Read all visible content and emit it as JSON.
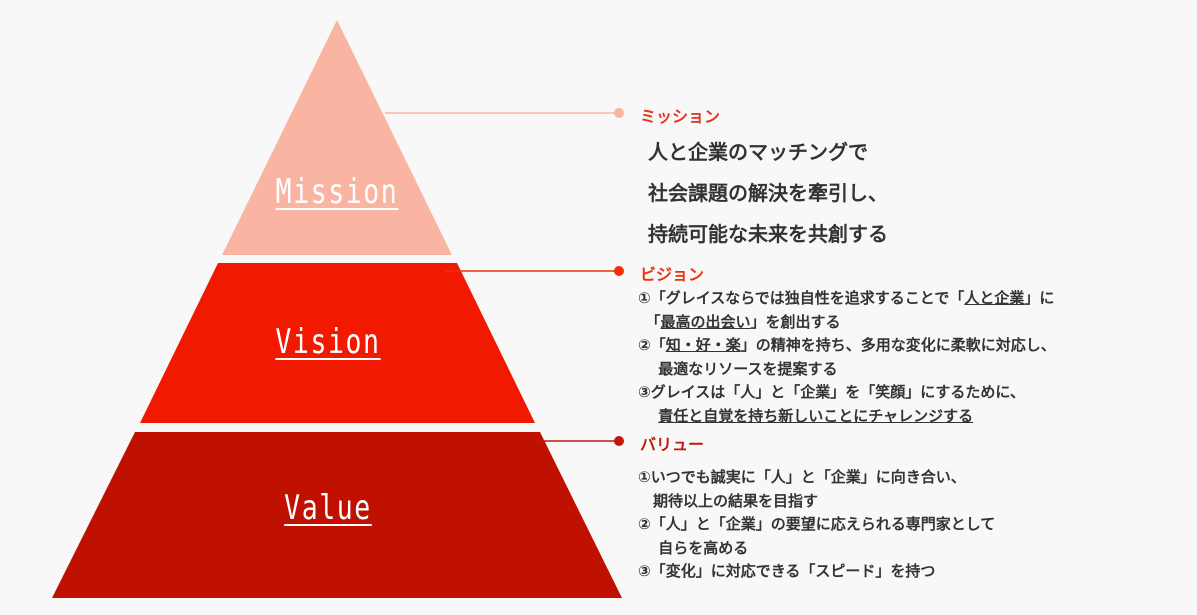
{
  "colors": {
    "mission": "#f9b5a2",
    "vision": "#f11a00",
    "value": "#bf1000",
    "mission_heading": "#e8321a",
    "vision_heading": "#f0300a",
    "value_heading": "#c0180c",
    "connector_mission": "#f9b5a2"
  },
  "tiers": {
    "mission": "Mission",
    "vision": "Vision",
    "value": "Value"
  },
  "mission": {
    "heading": "ミッション",
    "lines": [
      [
        {
          "t": "人と企業のマッチングで"
        }
      ],
      [
        {
          "t": "社会課題の解決を牽引し、"
        }
      ],
      [
        {
          "t": "持続可能な未来を共創する"
        }
      ]
    ]
  },
  "vision": {
    "heading": "ビジョン",
    "lines": [
      [
        {
          "t": "①「グレイスならでは独自性を追求することで「"
        },
        {
          "t": "人と企業",
          "u": true
        },
        {
          "t": "」に"
        }
      ],
      [
        {
          "t": "　「"
        },
        {
          "t": "最高の出会い",
          "u": true
        },
        {
          "t": "」を創出する"
        }
      ],
      [
        {
          "t": "②「"
        },
        {
          "t": "知・好・楽",
          "u": true
        },
        {
          "t": "」の精神を持ち、多用な変化に柔軟に対応し、"
        }
      ],
      [
        {
          "t": "　 最適なリソースを提案する"
        }
      ],
      [
        {
          "t": "③グレイスは「人」と「企業」を「笑顔」にするために、"
        }
      ],
      [
        {
          "t": "　 "
        },
        {
          "t": "責任と自覚を持ち新しいことにチャレンジする",
          "u": true
        }
      ]
    ]
  },
  "value": {
    "heading": "バリュー",
    "lines": [
      [
        {
          "t": "①いつでも誠実に「人」と「企業」に向き合い、"
        }
      ],
      [
        {
          "t": "　期待以上の結果を目指す"
        }
      ],
      [
        {
          "t": "②「人」と「企業」の要望に応えられる専門家として"
        }
      ],
      [
        {
          "t": "　 自らを高める"
        }
      ],
      [
        {
          "t": "③「変化」に対応できる「スピード」を持つ"
        }
      ]
    ]
  }
}
